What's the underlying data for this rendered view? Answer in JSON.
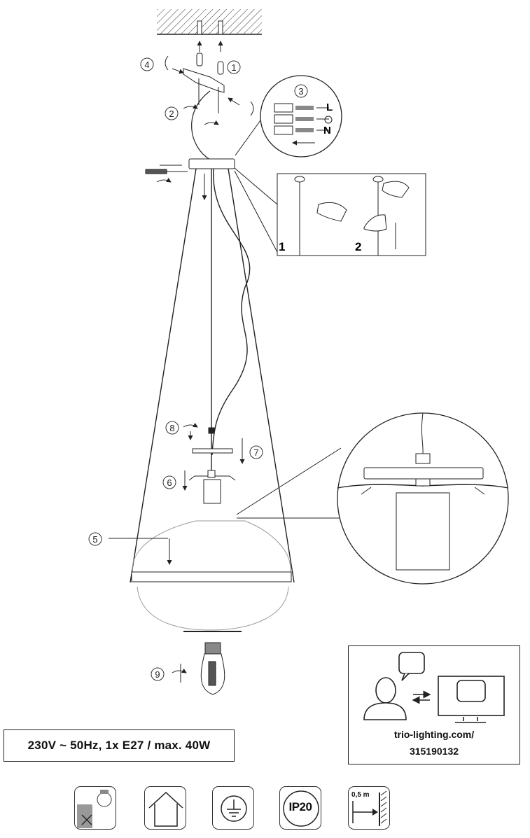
{
  "steps": {
    "s1": "1",
    "s2": "2",
    "s3": "3",
    "s4": "4",
    "s5": "5",
    "s6": "6",
    "s7": "7",
    "s8": "8",
    "s9": "9"
  },
  "wiring": {
    "live": "L",
    "neutral": "N"
  },
  "cable_adjust": {
    "step1": "1",
    "step2": "2"
  },
  "spec": "230V ~ 50Hz, 1x  E27  /  max. 40W",
  "info": {
    "url": "trio-lighting.com/",
    "code": "315190132"
  },
  "symbols": {
    "ip_rating": "IP20",
    "distance": "0,5 m",
    "icons": [
      "no-covering-insulation-icon",
      "indoor-use-icon",
      "protection-class-1-icon",
      "ip20-icon",
      "min-distance-icon"
    ]
  }
}
